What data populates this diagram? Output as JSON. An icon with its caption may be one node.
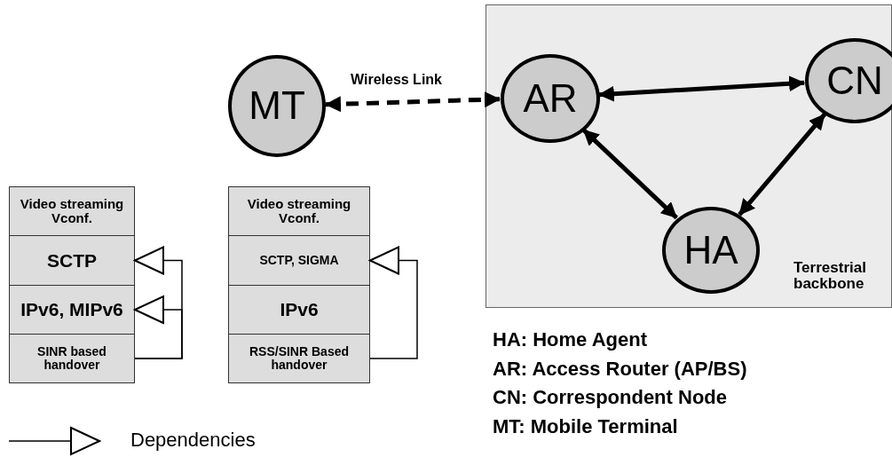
{
  "diagram": {
    "nodes": [
      {
        "text": [
          "Terrestrial backbone"
        ]
      },
      {
        "text": [
          "MT"
        ]
      },
      {
        "text": [
          "AR"
        ],
        "in": 0
      },
      {
        "text": [
          "CN"
        ],
        "in": 0
      },
      {
        "text": [
          "HA"
        ],
        "in": 0
      },
      {
        "text": [
          "Video streaming Vconf."
        ]
      },
      {
        "text": [
          "SCTP"
        ]
      },
      {
        "text": [
          "IPv6, MIPv6"
        ]
      },
      {
        "text": [
          "SINR based handover"
        ]
      },
      {
        "text": [
          "Video streaming Vconf."
        ]
      },
      {
        "text": [
          "SCTP, SIGMA"
        ]
      },
      {
        "text": [
          "IPv6"
        ]
      },
      {
        "text": [
          "RSS/SINR Based handover"
        ]
      }
    ],
    "edges": [
      {
        "from": 1,
        "to": 2,
        "arrow": "both",
        "label": "Wireless Link",
        "style": "dashed"
      },
      {
        "from": 2,
        "to": 3,
        "arrow": "both"
      },
      {
        "from": 2,
        "to": 4,
        "arrow": "both"
      },
      {
        "from": 3,
        "to": 4,
        "arrow": "both"
      },
      {
        "from": 8,
        "to": 6,
        "arrow": "to"
      },
      {
        "from": 8,
        "to": 7,
        "arrow": "to"
      },
      {
        "from": 12,
        "to": 10,
        "arrow": "to"
      }
    ],
    "labels": [
      "HA: Home Agent",
      "AR: Access Router (AP/BS)",
      "CN: Correspondent Node",
      "MT: Mobile Terminal"
    ],
    "legend": [
      {
        "text": "Dependencies"
      }
    ]
  }
}
